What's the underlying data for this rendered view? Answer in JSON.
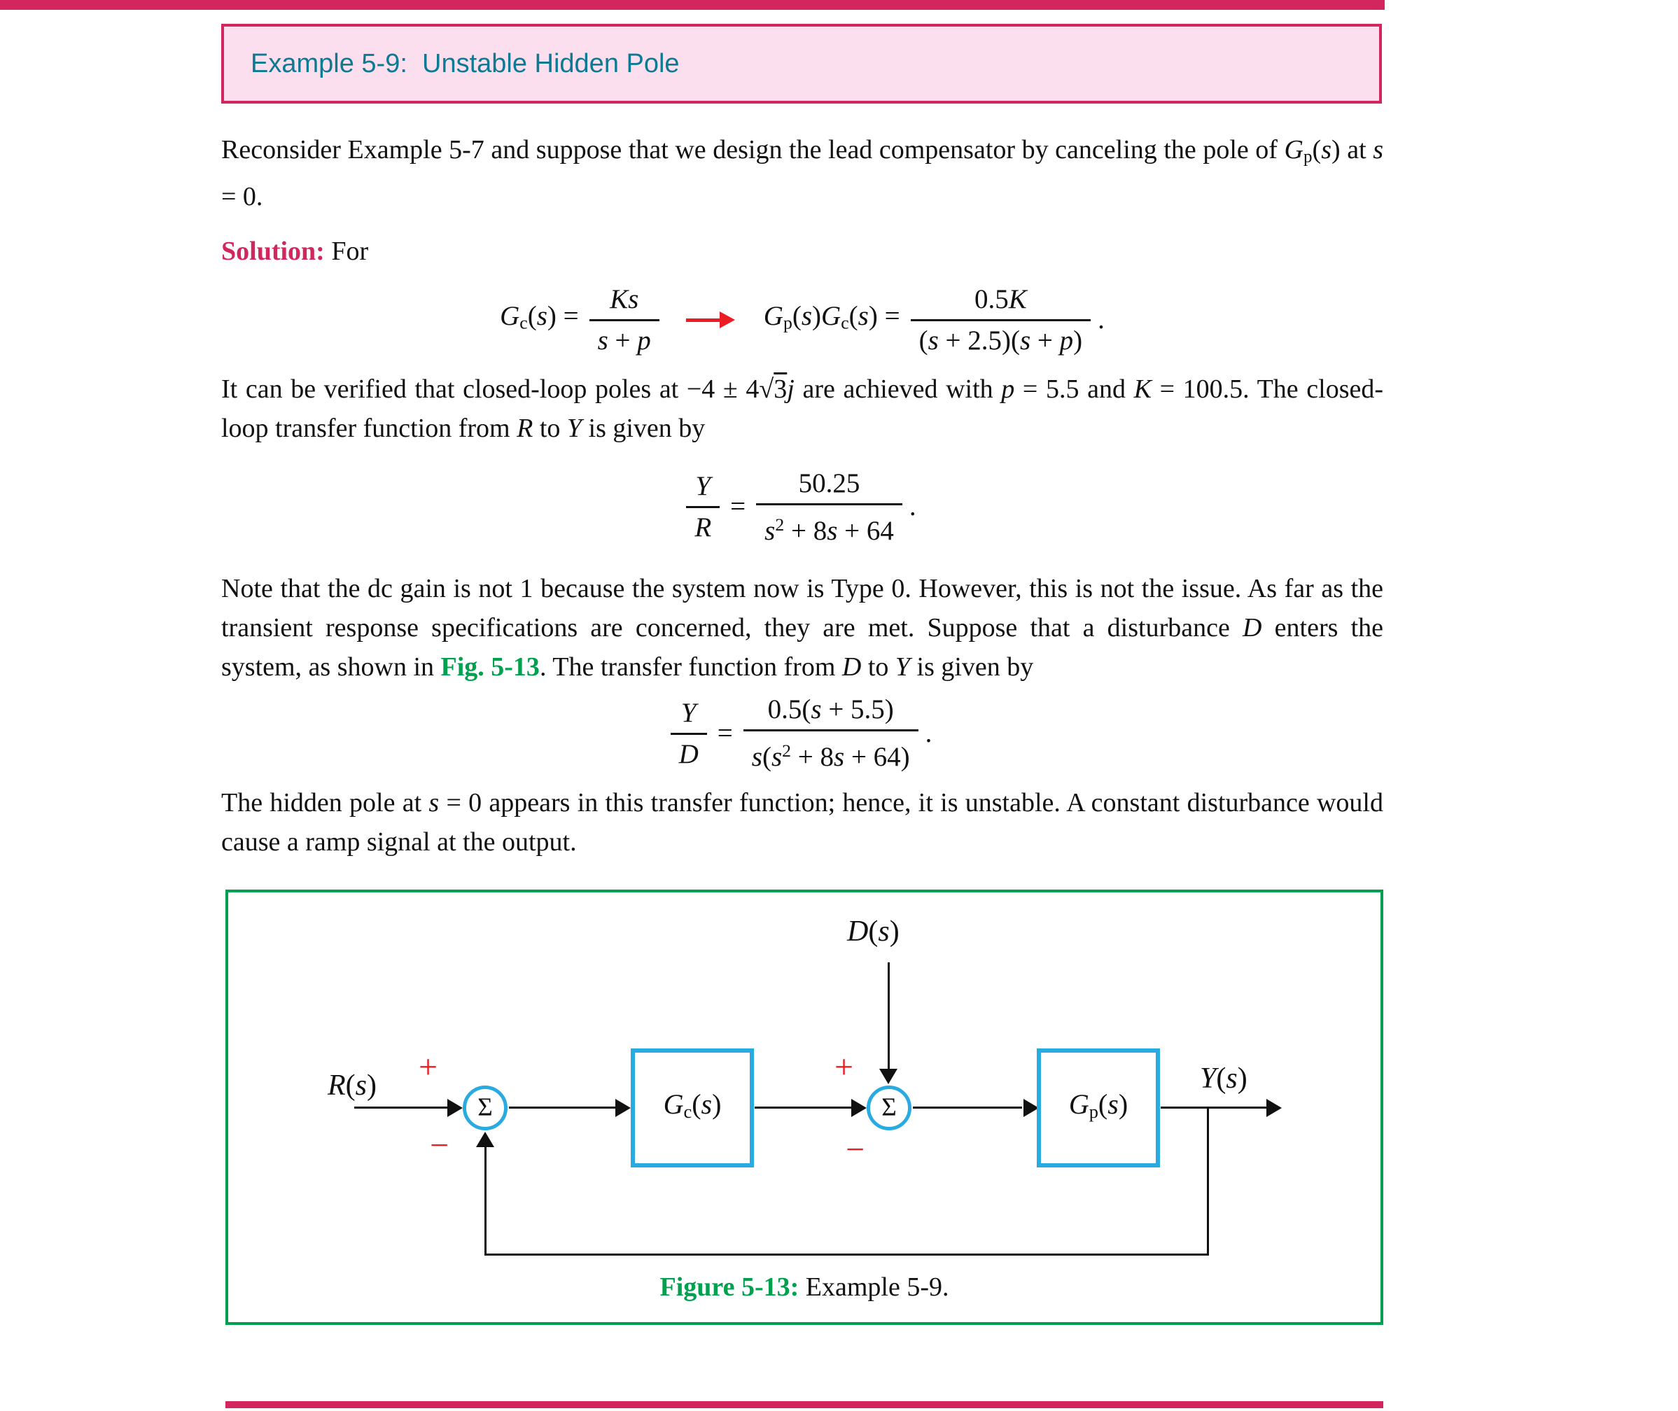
{
  "colors": {
    "crimson": "#d3265f",
    "pink": "#fbdfee",
    "teal": "#0d7a93",
    "green": "#00a14e",
    "cyan": "#29abe2",
    "red": "#ec1c24",
    "ink": "#111111"
  },
  "header": {
    "title": "Example 5-9:  Unstable Hidden Pole"
  },
  "paragraphs": {
    "intro": [
      {
        "t": "Reconsider Example 5-7 and suppose that we design the lead compensator by canceling the pole of "
      },
      {
        "t": "G",
        "s": "i"
      },
      {
        "t": "p",
        "s": "sub"
      },
      {
        "t": "("
      },
      {
        "t": "s",
        "s": "i"
      },
      {
        "t": ") at "
      },
      {
        "t": "s",
        "s": "i"
      },
      {
        "t": " = 0."
      }
    ],
    "solution": [
      {
        "t": "Solution:",
        "s": "crimson"
      },
      {
        "t": " For"
      }
    ],
    "after_eq1": [
      {
        "t": "It can be verified that closed-loop poles at −4 ± 4"
      },
      {
        "t": "√"
      },
      {
        "t": "3",
        "s": "ov"
      },
      {
        "t": "j",
        "s": "i"
      },
      {
        "t": " are achieved with "
      },
      {
        "t": "p",
        "s": "i"
      },
      {
        "t": " = 5.5 and "
      },
      {
        "t": "K",
        "s": "i"
      },
      {
        "t": " = 100.5. The closed-loop transfer function from "
      },
      {
        "t": "R",
        "s": "i"
      },
      {
        "t": " to "
      },
      {
        "t": "Y",
        "s": "i"
      },
      {
        "t": " is given by"
      }
    ],
    "after_eq2": [
      {
        "t": "Note that the dc gain is not 1 because the system now is Type 0. However, this is not the issue. As far as the transient response specifications are concerned, they are met. Suppose that a disturbance "
      },
      {
        "t": "D",
        "s": "i"
      },
      {
        "t": " enters the system, as shown in "
      },
      {
        "t": "Fig. 5-13",
        "s": "green"
      },
      {
        "t": ". The transfer function from "
      },
      {
        "t": "D",
        "s": "i"
      },
      {
        "t": " to "
      },
      {
        "t": "Y",
        "s": "i"
      },
      {
        "t": " is given by"
      }
    ],
    "after_eq3": [
      {
        "t": "The hidden pole at "
      },
      {
        "t": "s",
        "s": "i"
      },
      {
        "t": " = 0 appears in this transfer function; hence, it is unstable. A constant disturbance would cause a ramp signal at the output."
      }
    ]
  },
  "equations": {
    "eq1": {
      "lhs": [
        {
          "t": "G",
          "s": "i"
        },
        {
          "t": "c",
          "s": "sub"
        },
        {
          "t": "("
        },
        {
          "t": "s",
          "s": "i"
        },
        {
          "t": ") ="
        }
      ],
      "num1": [
        {
          "t": "Ks",
          "s": "i"
        }
      ],
      "den1": [
        {
          "t": "s",
          "s": "i"
        },
        {
          "t": " + "
        },
        {
          "t": "p",
          "s": "i"
        }
      ],
      "mid": [
        {
          "t": "G",
          "s": "i"
        },
        {
          "t": "p",
          "s": "sub"
        },
        {
          "t": "("
        },
        {
          "t": "s",
          "s": "i"
        },
        {
          "t": ")"
        },
        {
          "t": "G",
          "s": "i"
        },
        {
          "t": "c",
          "s": "sub"
        },
        {
          "t": "("
        },
        {
          "t": "s",
          "s": "i"
        },
        {
          "t": ") ="
        }
      ],
      "num2": [
        {
          "t": "0.5"
        },
        {
          "t": "K",
          "s": "i"
        }
      ],
      "den2": [
        {
          "t": "("
        },
        {
          "t": "s",
          "s": "i"
        },
        {
          "t": " + 2.5)("
        },
        {
          "t": "s",
          "s": "i"
        },
        {
          "t": " + "
        },
        {
          "t": "p",
          "s": "i"
        },
        {
          "t": ")"
        }
      ],
      "period": "."
    },
    "eq2": {
      "lnum": [
        {
          "t": "Y",
          "s": "i"
        }
      ],
      "lden": [
        {
          "t": "R",
          "s": "i"
        }
      ],
      "equals": "=",
      "rnum": [
        {
          "t": "50.25"
        }
      ],
      "rden": [
        {
          "t": "s",
          "s": "i"
        },
        {
          "t": "2",
          "s": "sup"
        },
        {
          "t": " + 8"
        },
        {
          "t": "s",
          "s": "i"
        },
        {
          "t": " + 64"
        }
      ],
      "period": "."
    },
    "eq3": {
      "lnum": [
        {
          "t": "Y",
          "s": "i"
        }
      ],
      "lden": [
        {
          "t": "D",
          "s": "i"
        }
      ],
      "equals": "=",
      "rnum": [
        {
          "t": "0.5("
        },
        {
          "t": "s",
          "s": "i"
        },
        {
          "t": " + 5.5)"
        }
      ],
      "rden": [
        {
          "t": "s",
          "s": "i"
        },
        {
          "t": "("
        },
        {
          "t": "s",
          "s": "i"
        },
        {
          "t": "2",
          "s": "sup"
        },
        {
          "t": " + 8"
        },
        {
          "t": "s",
          "s": "i"
        },
        {
          "t": " + 64)"
        }
      ],
      "period": "."
    }
  },
  "figure": {
    "r_label": [
      {
        "t": "R",
        "s": "i"
      },
      {
        "t": "("
      },
      {
        "t": "s",
        "s": "i"
      },
      {
        "t": ")"
      }
    ],
    "d_label": [
      {
        "t": "D",
        "s": "i"
      },
      {
        "t": "("
      },
      {
        "t": "s",
        "s": "i"
      },
      {
        "t": ")"
      }
    ],
    "y_label": [
      {
        "t": "Y",
        "s": "i"
      },
      {
        "t": "("
      },
      {
        "t": "s",
        "s": "i"
      },
      {
        "t": ")"
      }
    ],
    "gc_label": [
      {
        "t": "G",
        "s": "i"
      },
      {
        "t": "c",
        "s": "sub"
      },
      {
        "t": "("
      },
      {
        "t": "s",
        "s": "i"
      },
      {
        "t": ")"
      }
    ],
    "gp_label": [
      {
        "t": "G",
        "s": "i"
      },
      {
        "t": "p",
        "s": "sub"
      },
      {
        "t": "("
      },
      {
        "t": "s",
        "s": "i"
      },
      {
        "t": ")"
      }
    ],
    "sigma1": "Σ",
    "sigma2": "Σ",
    "signs": {
      "plus1": "+",
      "minus1": "−",
      "plus2": "+",
      "minus2": "−"
    },
    "caption": [
      {
        "t": "Figure 5-13:",
        "s": "green"
      },
      {
        "t": " Example 5-9."
      }
    ]
  }
}
